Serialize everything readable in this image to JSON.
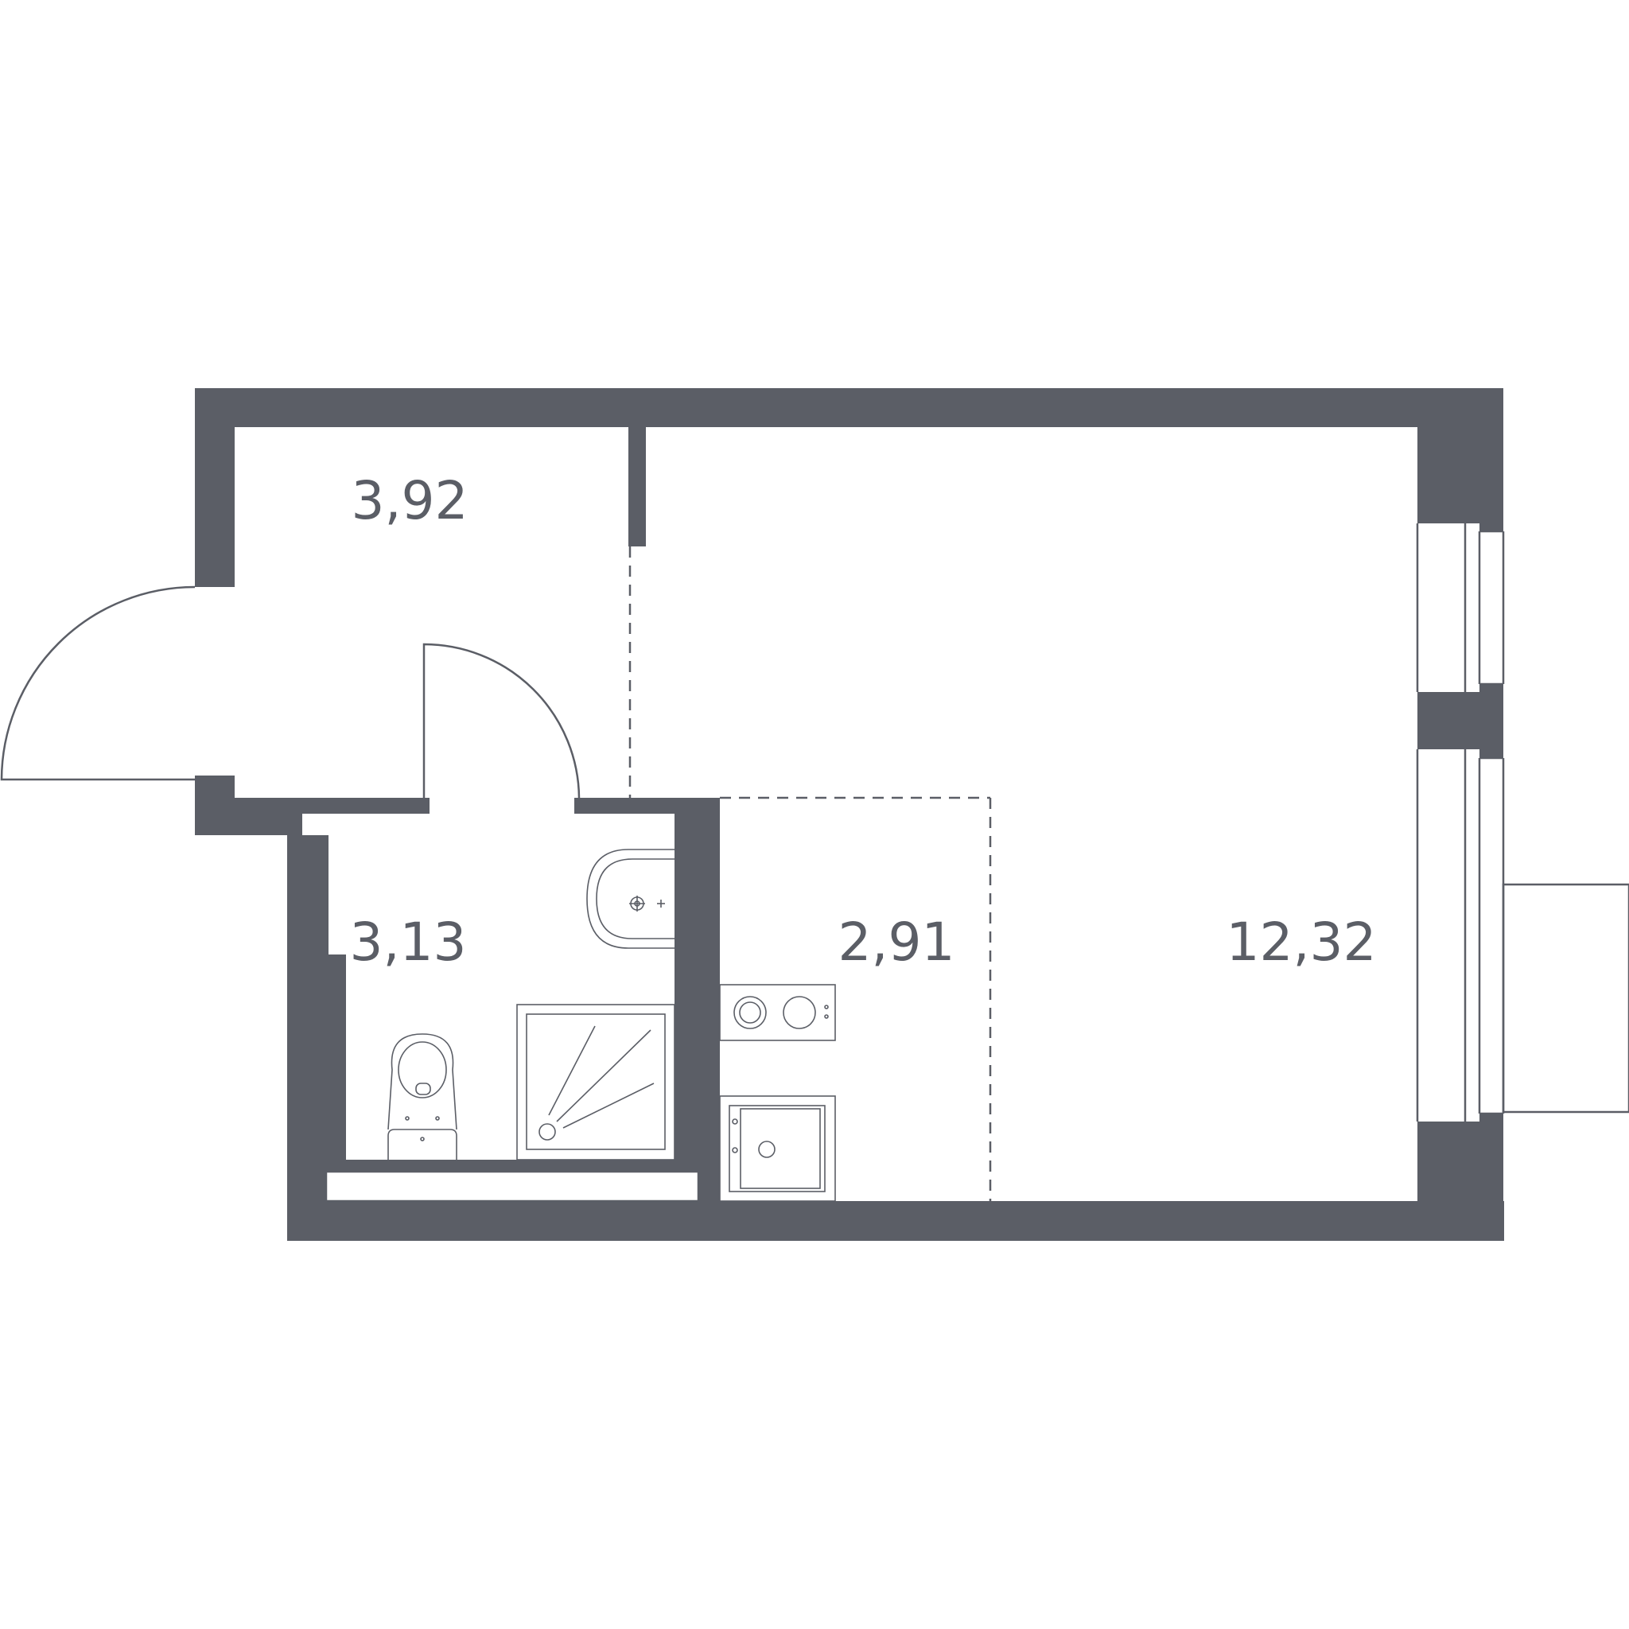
{
  "plan": {
    "wall_color": "#5b5e66",
    "rooms": [
      {
        "id": "hallway",
        "area": "3,92"
      },
      {
        "id": "bathroom",
        "area": "3,13"
      },
      {
        "id": "kitchen",
        "area": "2,91"
      },
      {
        "id": "living-room",
        "area": "12,32"
      }
    ],
    "fixtures": [
      "shower-tray-icon",
      "toilet-icon",
      "washbasin-icon",
      "cooktop-icon",
      "kitchen-sink-icon"
    ]
  }
}
